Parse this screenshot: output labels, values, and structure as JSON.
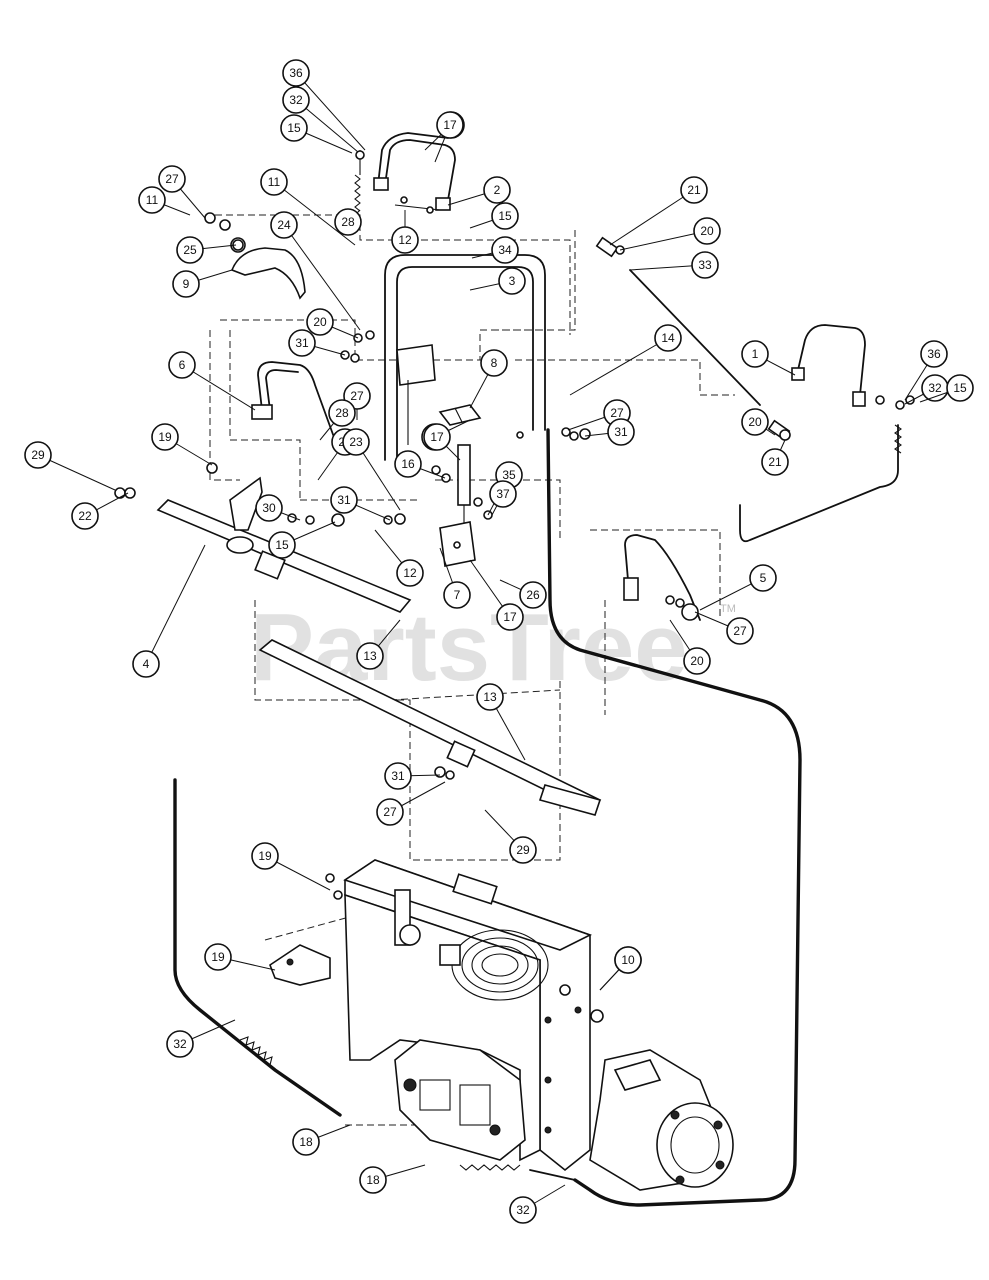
{
  "watermark": {
    "text": "PartsTree",
    "trademark": "TM"
  },
  "callout_numbers": [
    "36",
    "32",
    "15",
    "17",
    "27",
    "11",
    "2",
    "11",
    "28",
    "12",
    "15",
    "24",
    "25",
    "34",
    "21",
    "20",
    "33",
    "9",
    "3",
    "17",
    "14",
    "36",
    "1",
    "32",
    "15",
    "20",
    "31",
    "6",
    "8",
    "27",
    "17",
    "28",
    "20",
    "21",
    "27",
    "31",
    "19",
    "29",
    "28",
    "23",
    "17",
    "26",
    "16",
    "35",
    "37",
    "31",
    "22",
    "30",
    "15",
    "12",
    "7",
    "17",
    "5",
    "27",
    "20",
    "4",
    "13",
    "13",
    "31",
    "27",
    "29",
    "19",
    "10",
    "19",
    "10",
    "32",
    "18",
    "18",
    "32"
  ]
}
